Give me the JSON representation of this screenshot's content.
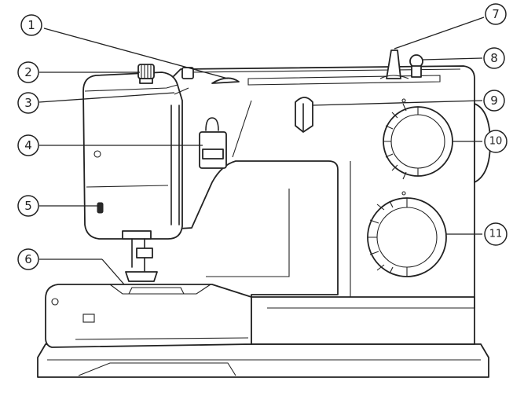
{
  "callouts": [
    {
      "number": "1"
    },
    {
      "number": "2"
    },
    {
      "number": "3"
    },
    {
      "number": "4"
    },
    {
      "number": "5"
    },
    {
      "number": "6"
    },
    {
      "number": "7"
    },
    {
      "number": "8"
    },
    {
      "number": "9"
    },
    {
      "number": "10"
    },
    {
      "number": "11"
    }
  ],
  "colors": {
    "line": "#222222",
    "background": "#ffffff"
  }
}
